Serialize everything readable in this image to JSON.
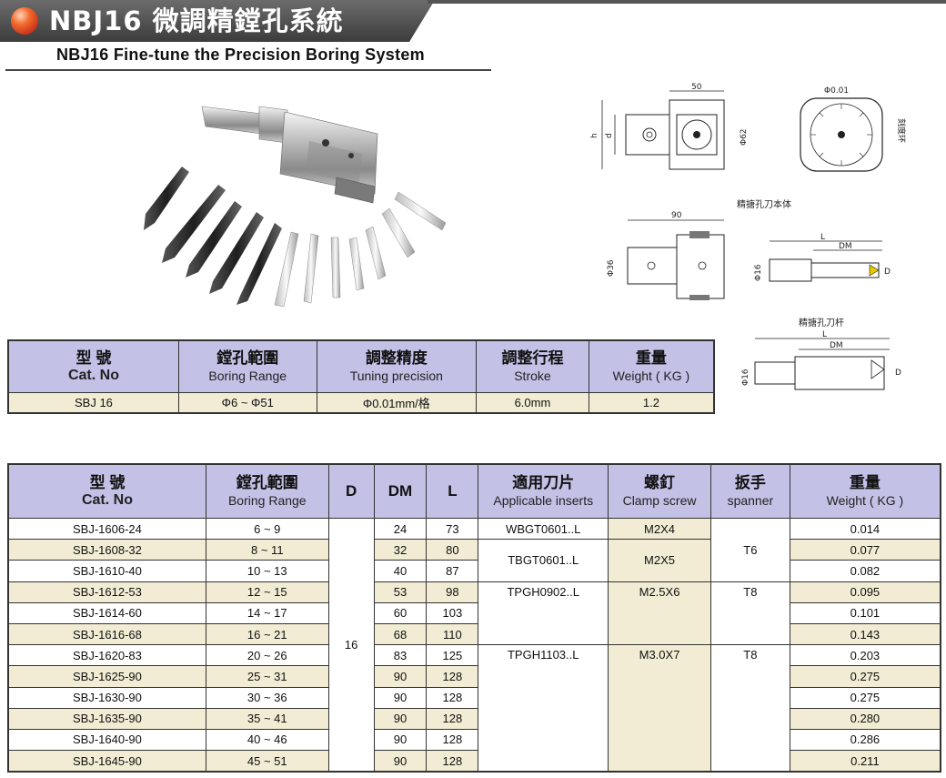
{
  "header": {
    "title_cn": "NBJ16 微調精鏜孔系統",
    "title_en": "NBJ16 Fine-tune the Precision Boring System"
  },
  "drawings": {
    "top_body": {
      "dim_width": "50",
      "dim_dia": "Φ62",
      "label_h": "h",
      "label_d": "d"
    },
    "dial": {
      "resolution": "Φ0.01",
      "side_label": "刻度环"
    },
    "body_caption": "精搪孔刀本体",
    "body_side": {
      "dim_length": "90",
      "dim_dia": "Φ36"
    },
    "bar1": {
      "L": "L",
      "DM": "DM",
      "D": "D",
      "dia": "Φ16"
    },
    "bar_caption": "精搪孔刀杆",
    "bar2": {
      "L": "L",
      "DM": "DM",
      "D": "D",
      "dia": "Φ16"
    }
  },
  "spec_table": {
    "headers": [
      {
        "cn": "型 號",
        "en": "Cat. No"
      },
      {
        "cn": "鏜孔範圍",
        "en": "Boring Range"
      },
      {
        "cn": "調整精度",
        "en": "Tuning precision"
      },
      {
        "cn": "調整行程",
        "en": "Stroke"
      },
      {
        "cn": "重量",
        "en": "Weight ( KG )"
      }
    ],
    "row": [
      "SBJ 16",
      "Φ6 ~ Φ51",
      "Φ0.01mm/格",
      "6.0mm",
      "1.2"
    ]
  },
  "parts_table": {
    "headers": {
      "cat": {
        "cn": "型 號",
        "en": "Cat. No"
      },
      "range": {
        "cn": "鏜孔範圍",
        "en": "Boring Range"
      },
      "d": "D",
      "dm": "DM",
      "l": "L",
      "inserts": {
        "cn": "適用刀片",
        "en": "Applicable inserts"
      },
      "screw": {
        "cn": "螺釘",
        "en": "Clamp screw"
      },
      "spanner": {
        "cn": "扳手",
        "en": "spanner"
      },
      "weight": {
        "cn": "重量",
        "en": "Weight ( KG )"
      }
    },
    "d_value": "16",
    "rows": [
      {
        "cat": "SBJ-1606-24",
        "range": "6 ~ 9",
        "dm": "24",
        "l": "73",
        "weight": "0.014"
      },
      {
        "cat": "SBJ-1608-32",
        "range": "8 ~ 11",
        "dm": "32",
        "l": "80",
        "weight": "0.077"
      },
      {
        "cat": "SBJ-1610-40",
        "range": "10 ~ 13",
        "dm": "40",
        "l": "87",
        "weight": "0.082"
      },
      {
        "cat": "SBJ-1612-53",
        "range": "12 ~ 15",
        "dm": "53",
        "l": "98",
        "weight": "0.095"
      },
      {
        "cat": "SBJ-1614-60",
        "range": "14 ~ 17",
        "dm": "60",
        "l": "103",
        "weight": "0.101"
      },
      {
        "cat": "SBJ-1616-68",
        "range": "16 ~ 21",
        "dm": "68",
        "l": "110",
        "weight": "0.143"
      },
      {
        "cat": "SBJ-1620-83",
        "range": "20 ~ 26",
        "dm": "83",
        "l": "125",
        "weight": "0.203"
      },
      {
        "cat": "SBJ-1625-90",
        "range": "25 ~ 31",
        "dm": "90",
        "l": "128",
        "weight": "0.275"
      },
      {
        "cat": "SBJ-1630-90",
        "range": "30 ~ 36",
        "dm": "90",
        "l": "128",
        "weight": "0.275"
      },
      {
        "cat": "SBJ-1635-90",
        "range": "35 ~ 41",
        "dm": "90",
        "l": "128",
        "weight": "0.280"
      },
      {
        "cat": "SBJ-1640-90",
        "range": "40 ~ 46",
        "dm": "90",
        "l": "128",
        "weight": "0.286"
      },
      {
        "cat": "SBJ-1645-90",
        "range": "45 ~ 51",
        "dm": "90",
        "l": "128",
        "weight": "0.211"
      }
    ],
    "groups": {
      "inserts": [
        "WBGT0601..L",
        "TBGT0601..L",
        "TPGH0902..L",
        "TPGH1103..L"
      ],
      "screws": [
        "M2X4",
        "M2X5",
        "M2.5X6",
        "M3.0X7"
      ],
      "spanners": [
        "T6",
        "T8",
        "T8"
      ]
    }
  }
}
